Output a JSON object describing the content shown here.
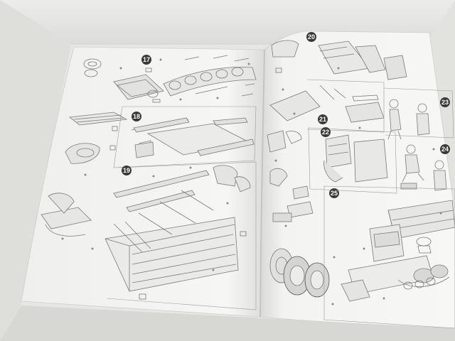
{
  "booklet": {
    "left_page_steps": [
      "17",
      "18",
      "19"
    ],
    "right_page_steps": [
      "20",
      "21",
      "22",
      "23",
      "24",
      "25"
    ]
  },
  "palette": {
    "box_interior": "#e7e7e5",
    "box_shadow": "#c9c9c6",
    "paper": "#f4f4f2",
    "paper_shade": "#e3e3e1",
    "line_art": "#7a7a7a",
    "badge": "#3a3a3a"
  }
}
